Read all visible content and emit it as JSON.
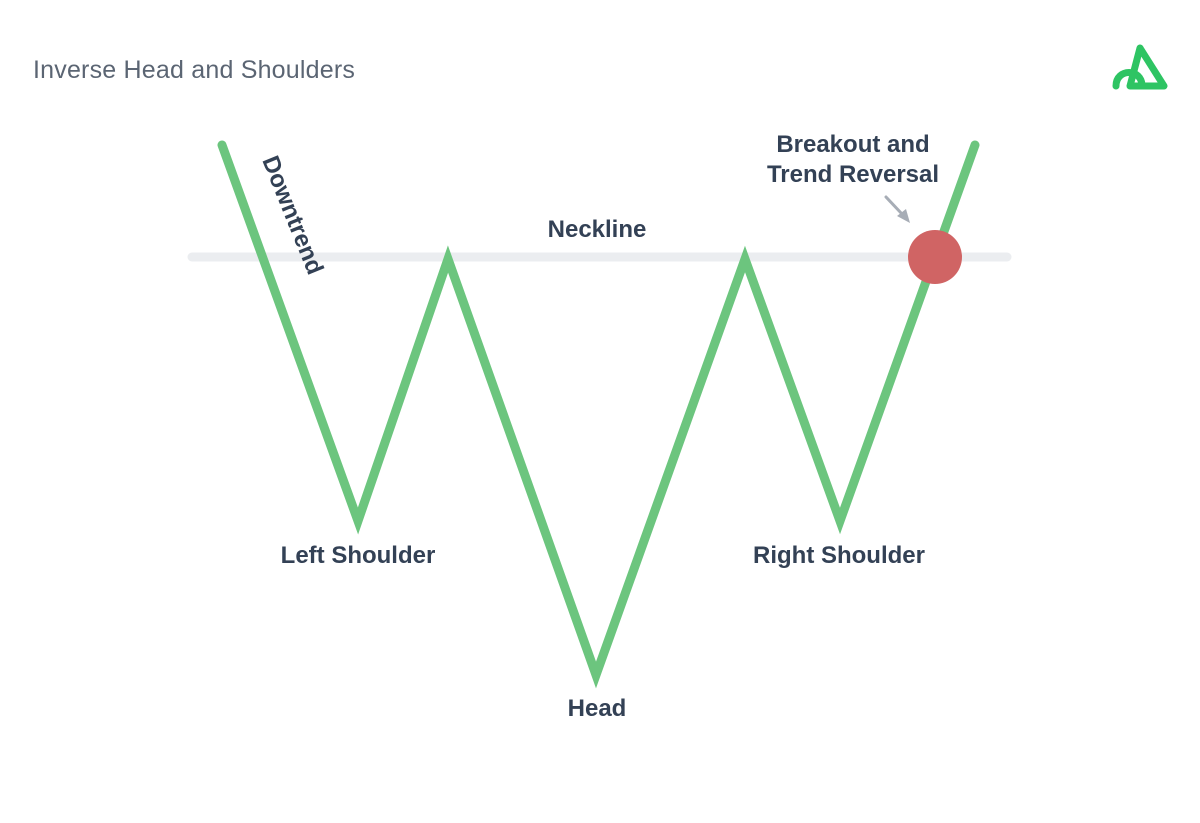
{
  "title": "Inverse Head and Shoulders",
  "colors": {
    "price_line": "#6cc57e",
    "neckline": "#ebedf0",
    "breakout_marker": "#d06464",
    "label_text": "#334155",
    "title_text": "#5b6573",
    "logo": "#2ec463",
    "arrow": "#a7adb6"
  },
  "labels": {
    "downtrend": "Downtrend",
    "neckline": "Neckline",
    "left_shoulder": "Left Shoulder",
    "head": "Head",
    "right_shoulder": "Right Shoulder",
    "breakout_line1": "Breakout and",
    "breakout_line2": "Trend Reversal"
  },
  "icons": {
    "brand_logo": "triangle-loop-logo",
    "pointer": "arrow-down-right-icon",
    "breakout_marker": "red-circle-marker"
  }
}
